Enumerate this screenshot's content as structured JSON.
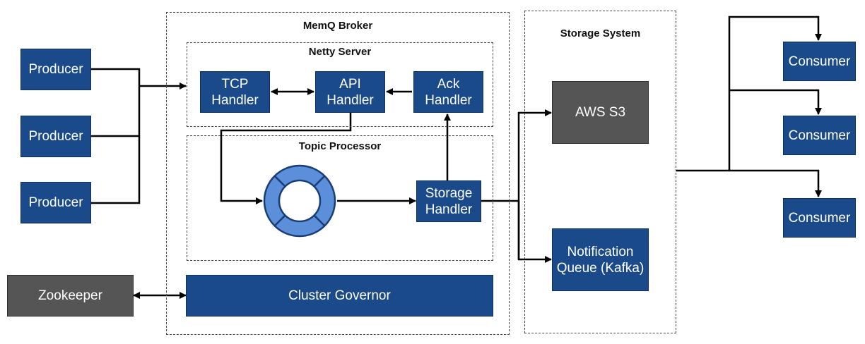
{
  "groups": {
    "broker": "MemQ Broker",
    "netty": "Netty Server",
    "topic": "Topic Processor",
    "storage_system": "Storage System"
  },
  "producers": [
    "Producer",
    "Producer",
    "Producer"
  ],
  "handlers": {
    "tcp": "TCP\nHandler",
    "api": "API\nHandler",
    "ack": "Ack\nHandler",
    "storage": "Storage\nHandler"
  },
  "zookeeper": "Zookeeper",
  "cluster_governor": "Cluster Governor",
  "storage": {
    "s3": "AWS S3",
    "queue": "Notification\nQueue (Kafka)"
  },
  "consumers": [
    "Consumer",
    "Consumer",
    "Consumer"
  ],
  "colors": {
    "node_blue": "#1a4a8a",
    "node_gray": "#555555",
    "ring_fill": "#5b8fd9",
    "ring_stroke": "#1a3d75",
    "line": "#000000"
  }
}
